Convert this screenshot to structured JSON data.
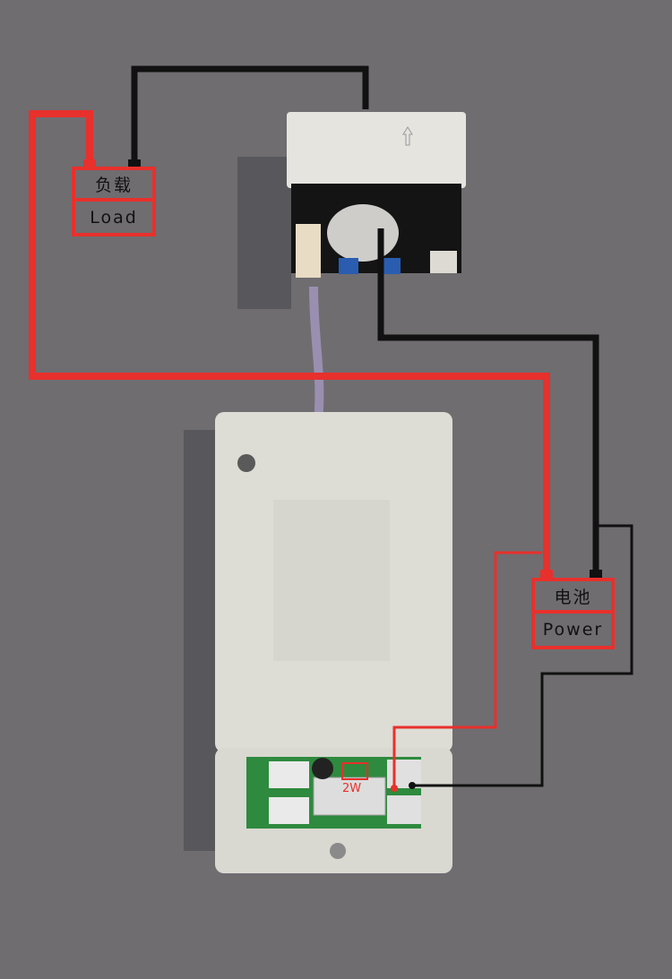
{
  "labels": {
    "load": {
      "cn": "负载",
      "en": "Load"
    },
    "power": {
      "cn": "电池",
      "en": "Power"
    },
    "board_mark": "2W"
  },
  "colors": {
    "background": "#6f6d70",
    "positive_wire": "#e8302c",
    "negative_wire": "#111111",
    "device": "#dcdcd6",
    "pcb": "#2e8a3e"
  }
}
